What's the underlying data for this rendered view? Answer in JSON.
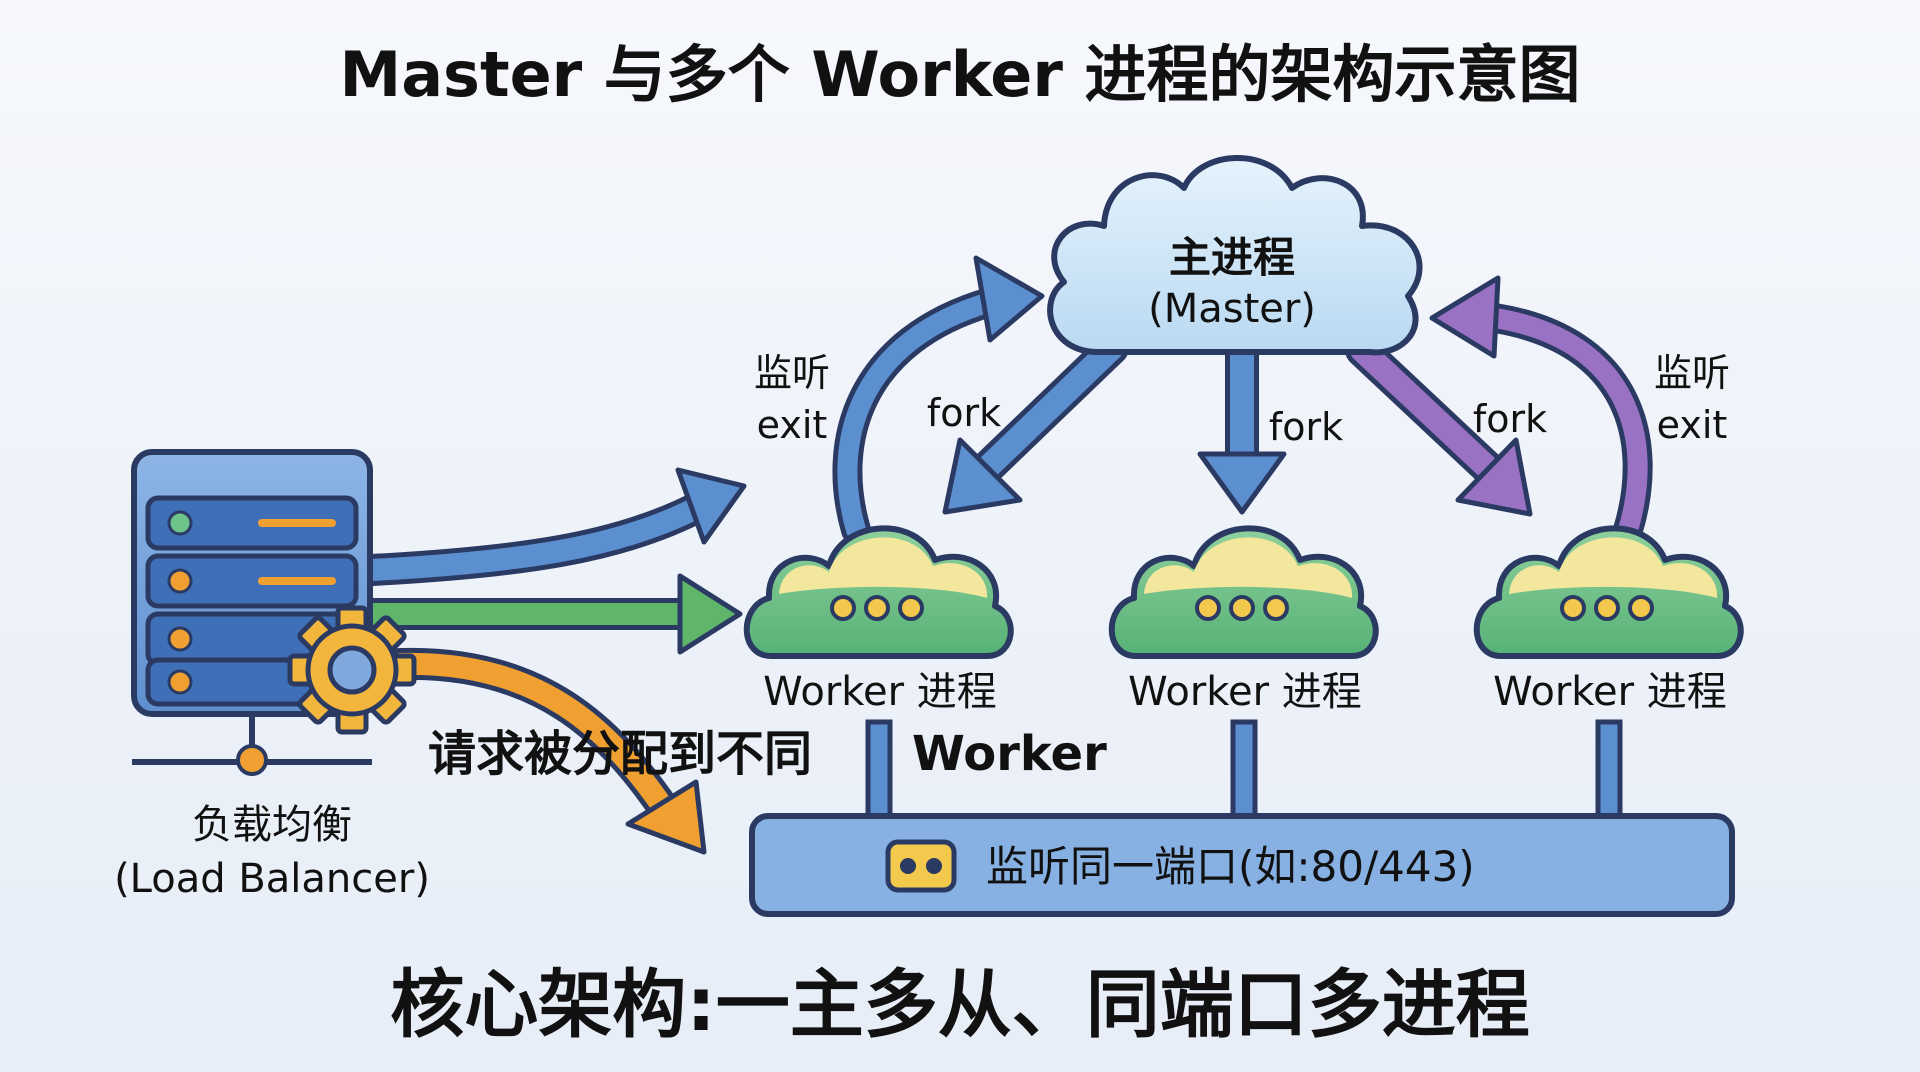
{
  "title": "Master 与多个 Worker 进程的架构示意图",
  "master": {
    "line1": "主进程",
    "line2": "(Master)"
  },
  "fork_labels": [
    "fork",
    "fork",
    "fork"
  ],
  "monitor_left": {
    "line1": "监听",
    "line2": "exit"
  },
  "monitor_right": {
    "line1": "监听",
    "line2": "exit"
  },
  "workers": [
    {
      "label": "Worker 进程"
    },
    {
      "label": "Worker 进程"
    },
    {
      "label": "Worker 进程"
    }
  ],
  "load_balancer": {
    "line1": "负载均衡",
    "line2": "(Load Balancer)"
  },
  "request_distribution": {
    "part1": "请求被分配到不同",
    "part2": "Worker"
  },
  "port_bar": {
    "label": "监听同一端口(如:80/443)"
  },
  "footer": "核心架构:一主多从、同端口多进程",
  "colors": {
    "blue_arrow": "#5b8fd0",
    "green_arrow": "#5fb56a",
    "orange_arrow": "#f0a030",
    "purple_arrow": "#9a72c4",
    "cloud_blue": "#cfe6f7",
    "cloud_green": "#6cc48a",
    "cloud_top": "#f3e79e",
    "server_blue": "#6f9fd8",
    "port_bar": "#86b1e2",
    "outline": "#2b3a63"
  }
}
